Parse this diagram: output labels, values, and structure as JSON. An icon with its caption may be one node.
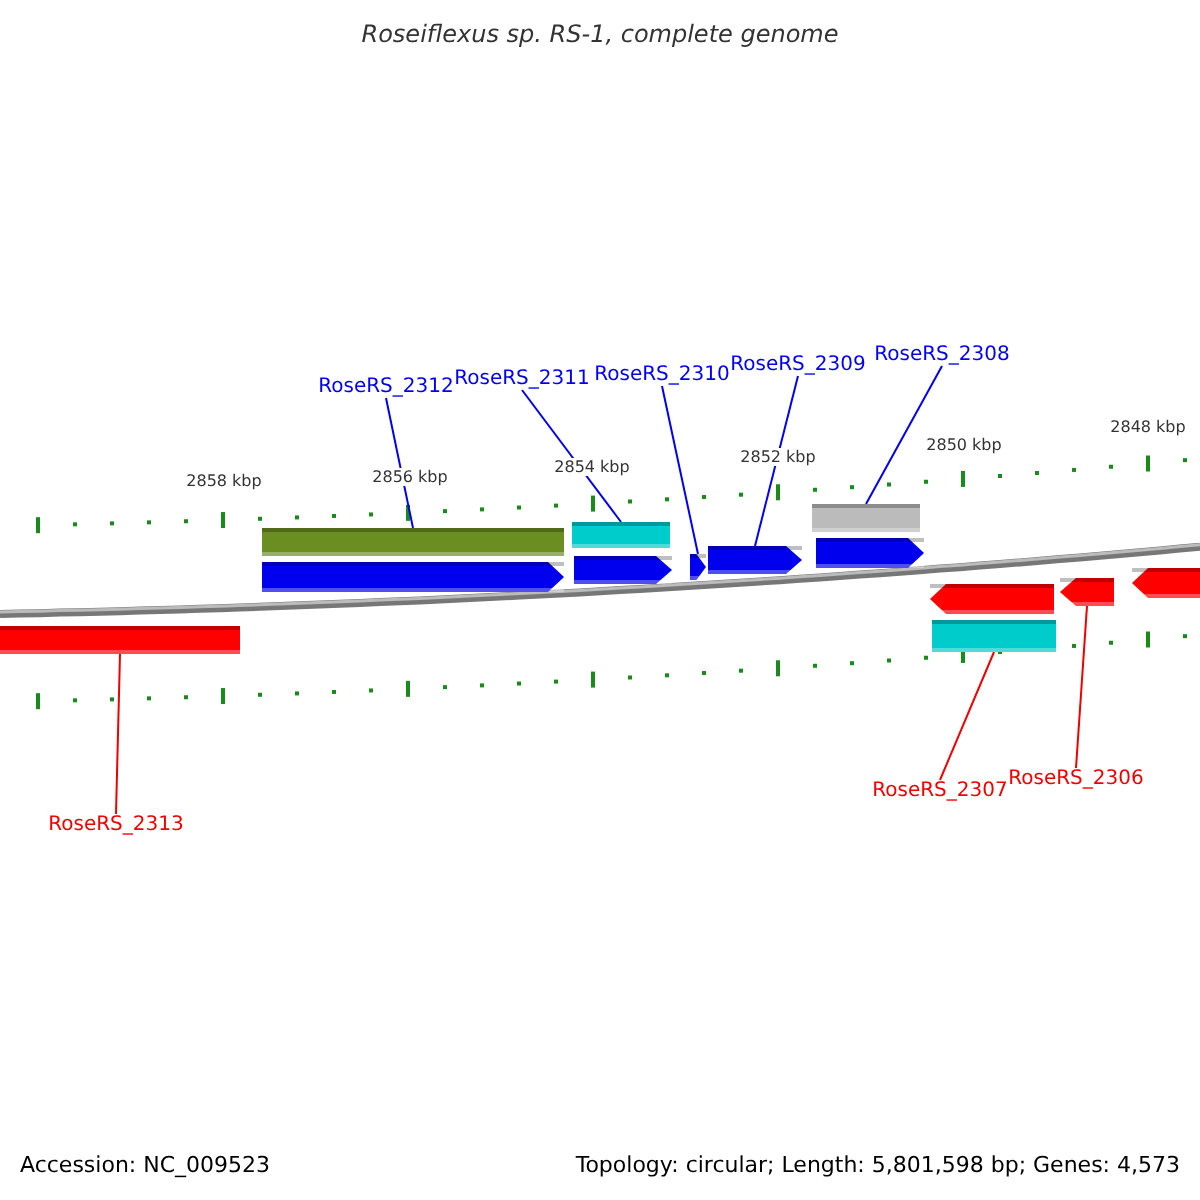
{
  "diagram": {
    "title": "Roseiflexus sp. RS-1, complete genome",
    "nodes": [
      {
        "text": [
          "RoseRS_2312"
        ]
      },
      {
        "text": [
          "RoseRS_2311"
        ]
      },
      {
        "text": [
          "RoseRS_2310"
        ]
      },
      {
        "text": [
          "RoseRS_2309"
        ]
      },
      {
        "text": [
          "RoseRS_2308"
        ]
      },
      {
        "text": [],
        "shape": "bar"
      },
      {
        "text": [],
        "shape": "arrow"
      },
      {
        "text": [],
        "shape": "bar"
      },
      {
        "text": [],
        "shape": "arrow"
      },
      {
        "text": [],
        "shape": "arrow"
      },
      {
        "text": [],
        "shape": "arrow"
      },
      {
        "text": [],
        "shape": "bar"
      },
      {
        "text": [],
        "shape": "arrow"
      },
      {
        "text": [],
        "shape": "bar"
      },
      {
        "text": [],
        "shape": "arrow"
      },
      {
        "text": [],
        "shape": "arrow"
      },
      {
        "text": [],
        "shape": "arrow"
      },
      {
        "text": [],
        "shape": "bar"
      },
      {
        "text": [
          "RoseRS_2313"
        ]
      },
      {
        "text": [
          "RoseRS_2307"
        ]
      },
      {
        "text": [
          "RoseRS_2306"
        ]
      }
    ],
    "edges": [
      {
        "from": 0,
        "to": 5,
        "arrow": "none"
      },
      {
        "from": 1,
        "to": 7,
        "arrow": "none"
      },
      {
        "from": 2,
        "to": 9,
        "arrow": "none"
      },
      {
        "from": 3,
        "to": 10,
        "arrow": "none"
      },
      {
        "from": 4,
        "to": 11,
        "arrow": "none"
      },
      {
        "from": 18,
        "to": 13,
        "arrow": "none",
        "color": "#ee0000"
      },
      {
        "from": 19,
        "to": 17,
        "arrow": "none",
        "color": "#ee0000"
      },
      {
        "from": 20,
        "to": 15,
        "arrow": "none",
        "color": "#ee0000"
      }
    ],
    "labels": [
      "2848 kbp",
      "2850 kbp",
      "2852 kbp",
      "2854 kbp",
      "2856 kbp",
      "2858 kbp",
      "Accession: NC_009523",
      "Topology: circular; Length: 5,801,598 bp; Genes: 4,573"
    ]
  }
}
